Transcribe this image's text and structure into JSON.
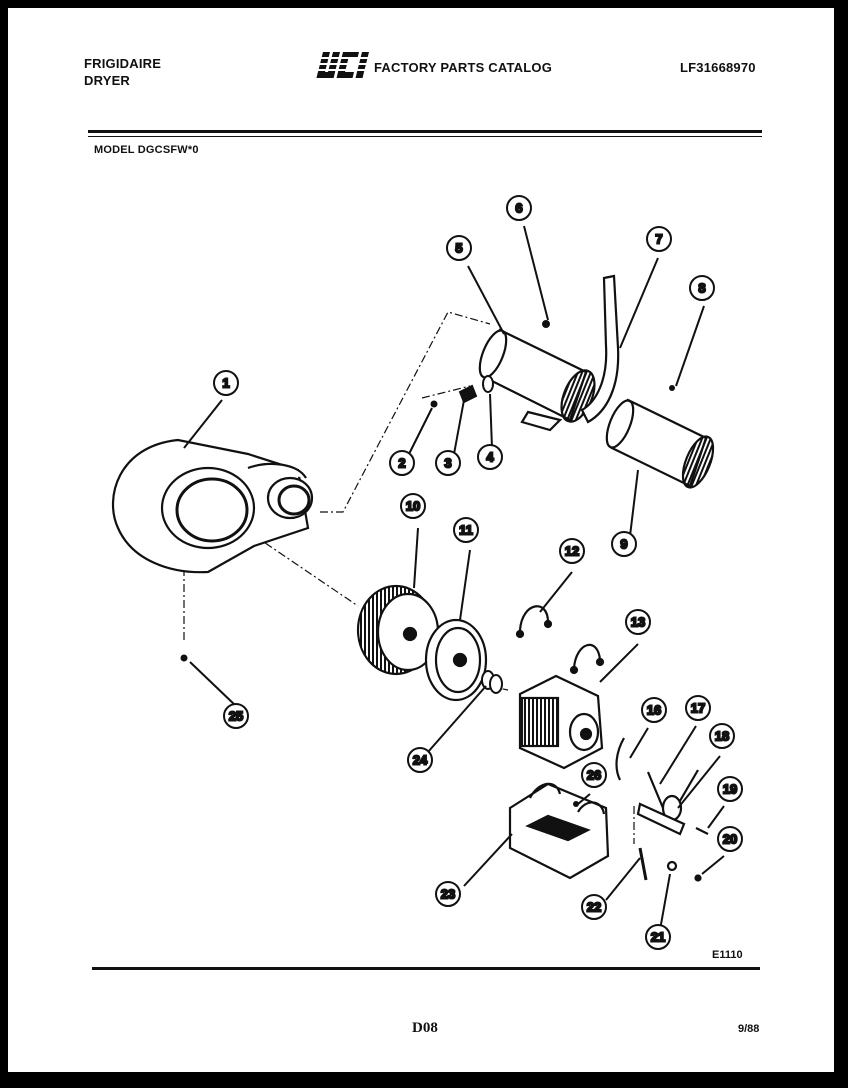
{
  "header": {
    "brand_line1": "FRIGIDAIRE",
    "brand_line2": "DRYER",
    "logo_text": "WCI",
    "catalog_title": "FACTORY PARTS CATALOG",
    "catalog_code": "LF31668970",
    "model": "MODEL DGCSFW*0"
  },
  "callouts": [
    "1",
    "2",
    "3",
    "4",
    "5",
    "6",
    "7",
    "8",
    "9",
    "10",
    "11",
    "12",
    "13",
    "16",
    "17",
    "18",
    "19",
    "20",
    "21",
    "22",
    "23",
    "24",
    "25",
    "26"
  ],
  "footer": {
    "figure_code": "E1110",
    "page": "D08",
    "date": "9/88"
  },
  "colors": {
    "ink": "#111111",
    "paper": "#ffffff",
    "border": "#000000"
  }
}
